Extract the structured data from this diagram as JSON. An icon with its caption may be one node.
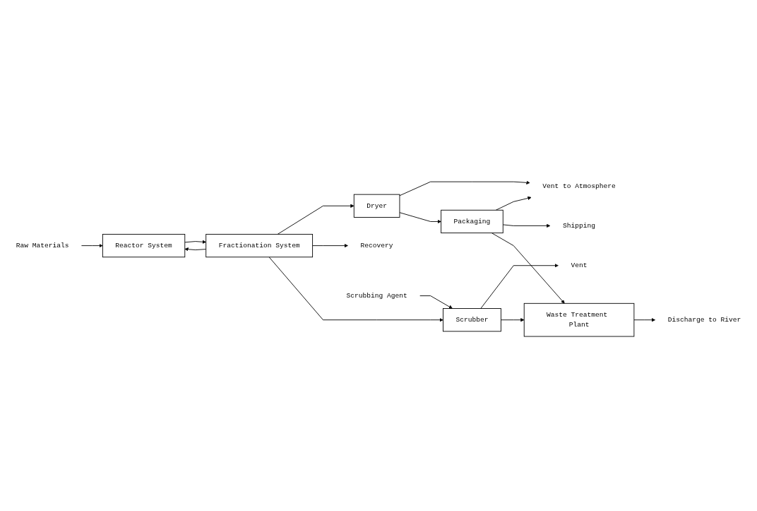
{
  "diagram": {
    "nodes": [
      {
        "text": [
          "Raw Materials"
        ]
      },
      {
        "text": [
          "Reactor System"
        ]
      },
      {
        "text": [
          "Fractionation System"
        ]
      },
      {
        "text": [
          "Dryer"
        ]
      },
      {
        "text": [
          "Vent to Atmosphere"
        ]
      },
      {
        "text": [
          "Packaging"
        ]
      },
      {
        "text": [
          "Shipping"
        ]
      },
      {
        "text": [
          "Recovery"
        ]
      },
      {
        "text": [
          "Vent"
        ]
      },
      {
        "text": [
          "Scrubbing Agent"
        ]
      },
      {
        "text": [
          "Scrubber"
        ]
      },
      {
        "text": [
          "Waste Treatment Plant"
        ]
      },
      {
        "text": [
          "Discharge to River"
        ]
      }
    ],
    "edges": [
      {
        "from": 0,
        "to": 1,
        "arrow": "to"
      },
      {
        "from": 1,
        "to": 2,
        "arrow": "to"
      },
      {
        "from": 2,
        "to": 1,
        "arrow": "to"
      },
      {
        "from": 2,
        "to": 3,
        "arrow": "to"
      },
      {
        "from": 3,
        "to": 4,
        "arrow": "to"
      },
      {
        "from": 3,
        "to": 5,
        "arrow": "to"
      },
      {
        "from": 5,
        "to": 4,
        "arrow": "to"
      },
      {
        "from": 5,
        "to": 6,
        "arrow": "to"
      },
      {
        "from": 2,
        "to": 7,
        "arrow": "to"
      },
      {
        "from": 2,
        "to": 10,
        "arrow": "to"
      },
      {
        "from": 10,
        "to": 8,
        "arrow": "to"
      },
      {
        "from": 9,
        "to": 10,
        "arrow": "to"
      },
      {
        "from": 10,
        "to": 11,
        "arrow": "to"
      },
      {
        "from": 5,
        "to": 11,
        "arrow": "to"
      },
      {
        "from": 11,
        "to": 12,
        "arrow": "to"
      }
    ]
  }
}
